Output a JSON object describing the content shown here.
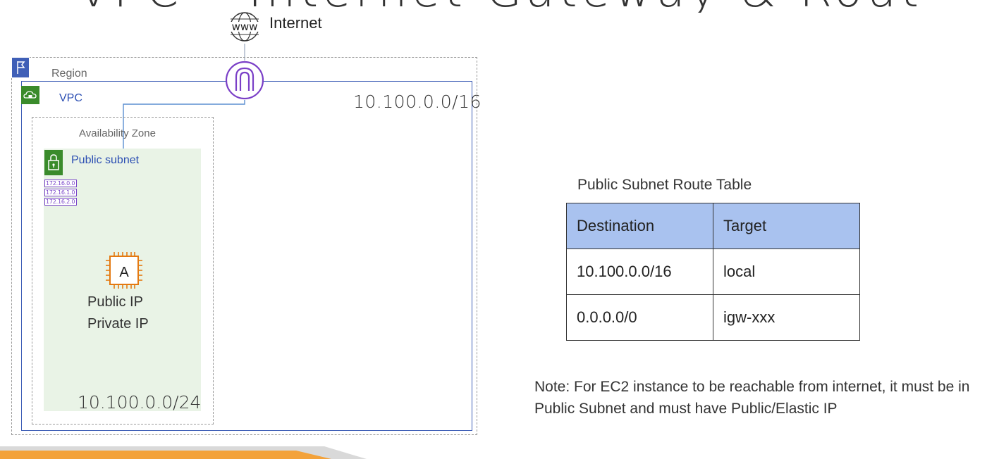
{
  "title_cut": "VPC – Internet Gateway & Route Tables",
  "internet": {
    "label": "Internet",
    "icon": "www-globe-icon"
  },
  "region": {
    "label": "Region",
    "icon": "flag-icon"
  },
  "vpc": {
    "label": "VPC",
    "cidr": "10.100.0.0/16",
    "icon": "cloud-lock-icon"
  },
  "availability_zone": {
    "label": "Availability Zone"
  },
  "public_subnet": {
    "label": "Public subnet",
    "icon": "padlock-icon",
    "ip_tags": [
      "172.16.0.0",
      "172.16.1.0",
      "172.16.2.0"
    ],
    "cidr": "10.100.0.0/24"
  },
  "instance": {
    "letter": "A",
    "icon": "ec2-chip-icon",
    "public_ip": "Public IP",
    "private_ip": "Private IP"
  },
  "igw": {
    "icon": "internet-gateway-icon"
  },
  "route_table": {
    "caption": "Public Subnet Route Table",
    "headers": [
      "Destination",
      "Target"
    ],
    "rows": [
      [
        "10.100.0.0/16",
        "local"
      ],
      [
        "0.0.0.0/0",
        "igw-xxx"
      ]
    ]
  },
  "note": "Note: For EC2 instance to be reachable from internet, it must be in Public Subnet and must have Public/Elastic IP",
  "colors": {
    "vpc_border": "#3f5fb7",
    "subnet_fill": "#e9f3e6",
    "aws_green": "#3a8b2b",
    "igw_purple": "#7a3fc7",
    "ec2_orange": "#e47911",
    "table_header": "#a9c2ef",
    "connector": "#5b8fd1"
  }
}
